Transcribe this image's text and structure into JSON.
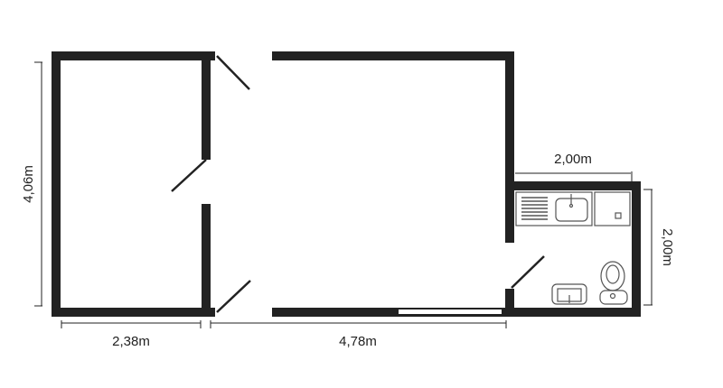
{
  "diagram": {
    "type": "floor-plan",
    "colors": {
      "wall": "#222222",
      "line": "#222222",
      "fixture": "#555555",
      "background": "#ffffff"
    },
    "dimensions": {
      "left_height": "4,06m",
      "left_width": "2,38m",
      "main_width": "4,78m",
      "bathroom_width": "2,00m",
      "bathroom_height": "2,00m"
    },
    "rooms": [
      {
        "name": "left-room"
      },
      {
        "name": "main-room"
      },
      {
        "name": "bathroom",
        "fixtures": [
          "kitchenette-sink-with-drainer",
          "shower-tray",
          "washbasin",
          "toilet"
        ]
      }
    ]
  }
}
